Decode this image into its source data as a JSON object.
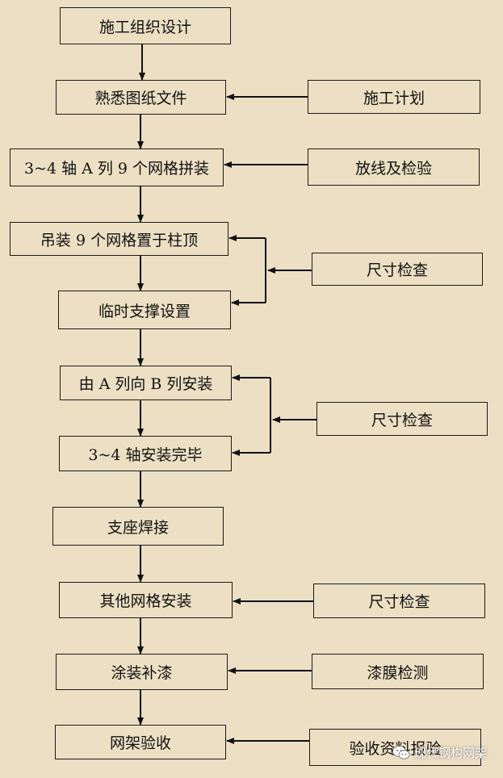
{
  "diagram": {
    "main_flow": {
      "design": "施工组织设计",
      "familiarize": "熟悉图纸文件",
      "assemble": "3~4 轴 A 列 9 个网格拼装",
      "hoist": "吊装 9 个网格置于柱顶",
      "temp_support": "临时支撑设置",
      "install_ab": "由 A 列向 B 列安装",
      "install_done": "3~4 轴安装完毕",
      "welding": "支座焊接",
      "other_install": "其他网格安装",
      "painting": "涂装补漆",
      "acceptance": "网架验收"
    },
    "side_inputs": {
      "plan": "施工计划",
      "setout": "放线及检验",
      "size_check_1": "尺寸检查",
      "size_check_2": "尺寸检查",
      "size_check_3": "尺寸检查",
      "film_test": "漆膜检测",
      "report": "验收资料报验"
    }
  },
  "watermark": {
    "icon": "wechat-icon",
    "text": "现代钢构网架"
  }
}
